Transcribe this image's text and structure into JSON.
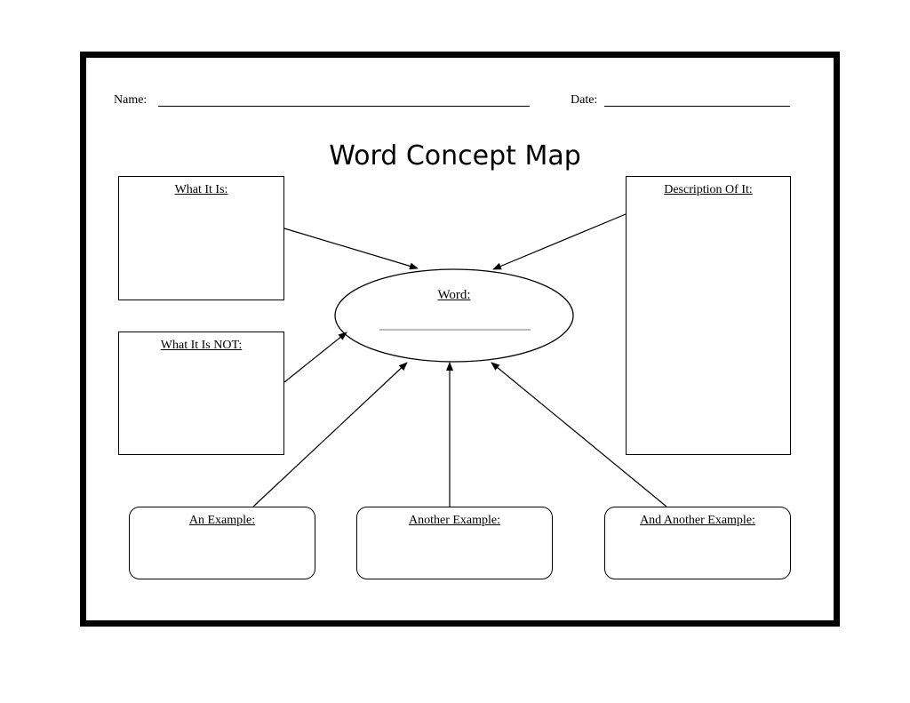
{
  "header": {
    "name_label": "Name:",
    "date_label": "Date:"
  },
  "title": "Word Concept Map",
  "center": {
    "label": "Word:"
  },
  "boxes": {
    "what_it_is": "What It Is:",
    "what_it_is_not": "What It Is NOT:",
    "description": "Description Of It:",
    "example_1": "An Example:",
    "example_2": "Another Example:",
    "example_3": "And Another Example:"
  }
}
